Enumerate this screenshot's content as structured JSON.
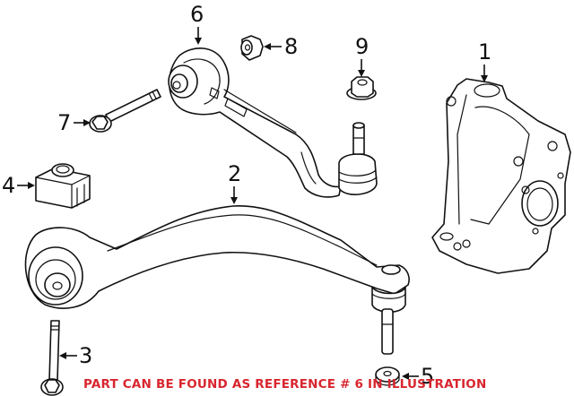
{
  "diagram": {
    "title": "Front suspension control arm exploded parts diagram",
    "callouts": [
      {
        "id": "1",
        "label": "1",
        "part": "steering-knuckle"
      },
      {
        "id": "2",
        "label": "2",
        "part": "lower-control-arm"
      },
      {
        "id": "3",
        "label": "3",
        "part": "bolt"
      },
      {
        "id": "4",
        "label": "4",
        "part": "bushing-mount"
      },
      {
        "id": "5",
        "label": "5",
        "part": "washer"
      },
      {
        "id": "6",
        "label": "6",
        "part": "upper-control-arm"
      },
      {
        "id": "7",
        "label": "7",
        "part": "bolt"
      },
      {
        "id": "8",
        "label": "8",
        "part": "nut"
      },
      {
        "id": "9",
        "label": "9",
        "part": "nut"
      }
    ],
    "note": "PART CAN BE FOUND AS REFERENCE # 6 IN ILLUSTRATION",
    "note_color": "#d8262f"
  }
}
